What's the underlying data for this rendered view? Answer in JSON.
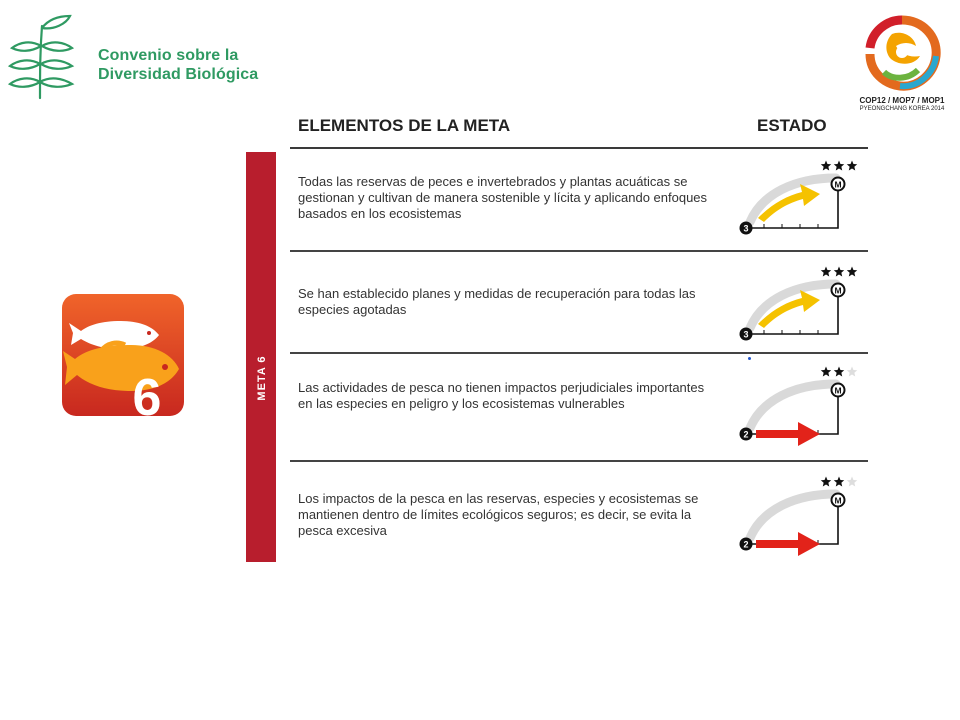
{
  "header": {
    "org_line1": "Convenio sobre la",
    "org_line2": "Diversidad Biológica",
    "cop_line1": "COP12 / MOP7 / MOP1",
    "cop_line2": "PYEONGCHANG KOREA 2014"
  },
  "target": {
    "number": "6",
    "band_label": "META 6"
  },
  "table": {
    "col_elements": "ELEMENTOS DE LA META",
    "col_status": "ESTADO",
    "rows": [
      {
        "text": "Todas las reservas de peces e invertebrados y plantas acuáticas se gestionan y cultivan de manera sostenible y lícita y aplicando enfoques basados en los ecosistemas",
        "level": "3",
        "max": "M",
        "stars_filled": 3,
        "stars_total": 3,
        "arrow_color": "#f5c200"
      },
      {
        "text": "Se han establecido planes y medidas de recuperación para todas las especies agotadas",
        "level": "3",
        "max": "M",
        "stars_filled": 3,
        "stars_total": 3,
        "arrow_color": "#f5c200"
      },
      {
        "text": "Las actividades de pesca no tienen impactos perjudiciales importantes en las especies en peligro y los ecosistemas vulnerables",
        "level": "2",
        "max": "M",
        "stars_filled": 2,
        "stars_total": 3,
        "arrow_color": "#e2231a"
      },
      {
        "text": "Los impactos de la pesca en las reservas, especies y ecosistemas se mantienen dentro de límites ecológicos seguros; es decir, se evita la pesca excesiva",
        "level": "2",
        "max": "M",
        "stars_filled": 2,
        "stars_total": 3,
        "arrow_color": "#e2231a"
      }
    ]
  }
}
